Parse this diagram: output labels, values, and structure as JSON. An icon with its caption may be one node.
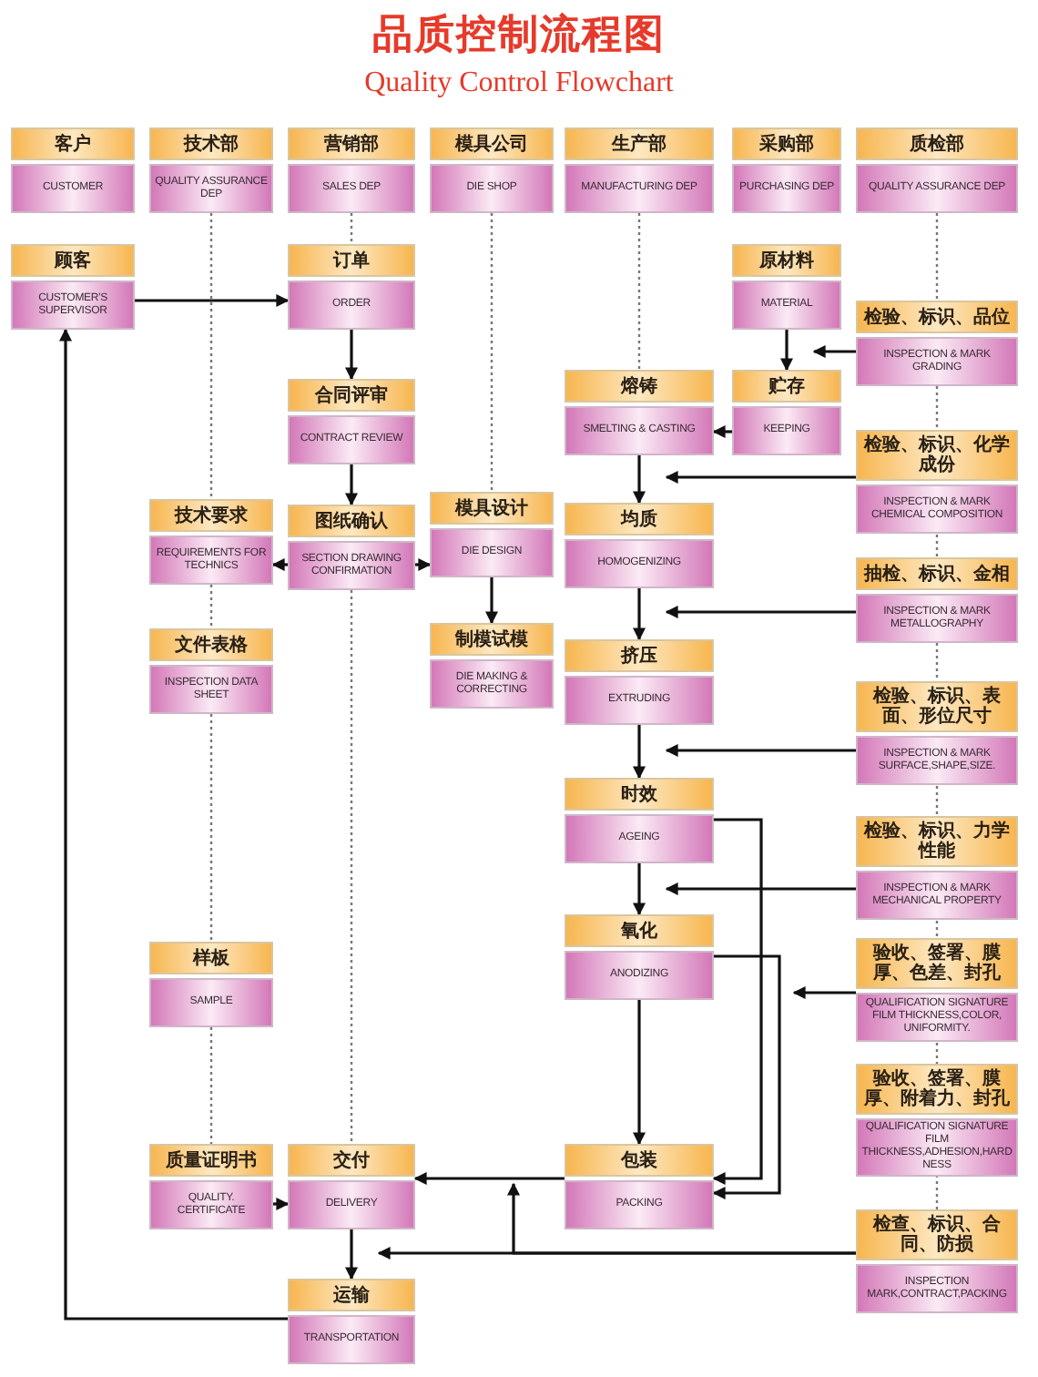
{
  "diagram": {
    "title": "品质控制流程图",
    "nodes": [
      {
        "text": [
          "客户",
          "CUSTOMER"
        ]
      },
      {
        "text": [
          "技术部",
          "QUALITY ASSURANCE DEP"
        ]
      },
      {
        "text": [
          "营销部",
          "SALES DEP"
        ]
      },
      {
        "text": [
          "模具公司",
          "DIE SHOP"
        ]
      },
      {
        "text": [
          "生产部",
          "MANUFACTURING DEP"
        ]
      },
      {
        "text": [
          "采购部",
          "PURCHASING DEP"
        ]
      },
      {
        "text": [
          "质检部",
          "QUALITY ASSURANCE DEP"
        ]
      },
      {
        "text": [
          "顾客",
          "CUSTOMER'S SUPERVISOR"
        ]
      },
      {
        "text": [
          "订单",
          "ORDER"
        ]
      },
      {
        "text": [
          "原材料",
          "MATERIAL"
        ]
      },
      {
        "text": [
          "检验、标识、品位",
          "INSPECTION & MARK GRADING"
        ]
      },
      {
        "text": [
          "熔铸",
          "SMELTING & CASTING"
        ]
      },
      {
        "text": [
          "贮存",
          "KEEPING"
        ]
      },
      {
        "text": [
          "合同评审",
          "CONTRACT REVIEW"
        ]
      },
      {
        "text": [
          "检验、标识、化学成份",
          "INSPECTION & MARK CHEMICAL COMPOSITION"
        ]
      },
      {
        "text": [
          "技术要求",
          "REQUIREMENTS FOR TECHNICS"
        ]
      },
      {
        "text": [
          "图纸确认",
          "SECTION DRAWING CONFIRMATION"
        ]
      },
      {
        "text": [
          "模具设计",
          "DIE DESIGN"
        ]
      },
      {
        "text": [
          "均质",
          "HOMOGENIZING"
        ]
      },
      {
        "text": [
          "抽检、标识、金相",
          "INSPECTION & MARK METALLOGRAPHY"
        ]
      },
      {
        "text": [
          "制模试模",
          "DIE MAKING & CORRECTING"
        ]
      },
      {
        "text": [
          "文件表格",
          "INSPECTION DATA SHEET"
        ]
      },
      {
        "text": [
          "挤压",
          "EXTRUDING"
        ]
      },
      {
        "text": [
          "检验、标识、表面、形位尺寸",
          "INSPECTION & MARK SURFACE,SHAPE,SIZE."
        ]
      },
      {
        "text": [
          "时效",
          "AGEING"
        ]
      },
      {
        "text": [
          "检验、标识、力学性能",
          "INSPECTION & MARK MECHANICAL PROPERTY"
        ]
      },
      {
        "text": [
          "氧化",
          "ANODIZING"
        ]
      },
      {
        "text": [
          "样板",
          "SAMPLE"
        ]
      },
      {
        "text": [
          "验收、签署、膜厚、色差、封孔",
          "QUALIFICATION SIGNATURE FILM THICKNESS,COLOR, UNIFORMITY."
        ]
      },
      {
        "text": [
          "验收、签署、膜厚、附着力、封孔",
          "QUALIFICATION SIGNATURE FILM THICKNESS,ADHESION,HARDNESS"
        ]
      },
      {
        "text": [
          "质量证明书",
          "QUALITY. CERTIFICATE"
        ]
      },
      {
        "text": [
          "交付",
          "DELIVERY"
        ]
      },
      {
        "text": [
          "包装",
          "PACKING"
        ]
      },
      {
        "text": [
          "检查、标识、合同、防损",
          "INSPECTION MARK,CONTRACT,PACKING"
        ]
      },
      {
        "text": [
          "运输",
          "TRANSPORTATION"
        ]
      }
    ],
    "edges": [
      {
        "from": 7,
        "to": 8,
        "arrow": "to"
      },
      {
        "from": 8,
        "to": 13,
        "arrow": "to"
      },
      {
        "from": 13,
        "to": 16,
        "arrow": "to"
      },
      {
        "from": 16,
        "to": 15,
        "arrow": "to"
      },
      {
        "from": 16,
        "to": 17,
        "arrow": "to"
      },
      {
        "from": 17,
        "to": 20,
        "arrow": "to"
      },
      {
        "from": 9,
        "to": 12,
        "arrow": "to"
      },
      {
        "from": 10,
        "to": 9,
        "arrow": "to"
      },
      {
        "from": 12,
        "to": 11,
        "arrow": "to"
      },
      {
        "from": 11,
        "to": 18,
        "arrow": "to"
      },
      {
        "from": 14,
        "to": 11,
        "arrow": "to"
      },
      {
        "from": 18,
        "to": 22,
        "arrow": "to"
      },
      {
        "from": 19,
        "to": 18,
        "arrow": "to"
      },
      {
        "from": 22,
        "to": 24,
        "arrow": "to"
      },
      {
        "from": 23,
        "to": 22,
        "arrow": "to"
      },
      {
        "from": 24,
        "to": 26,
        "arrow": "to"
      },
      {
        "from": 25,
        "to": 24,
        "arrow": "to"
      },
      {
        "from": 26,
        "to": 32,
        "arrow": "to"
      },
      {
        "from": 24,
        "to": 32,
        "arrow": "to"
      },
      {
        "from": 26,
        "to": 32,
        "arrow": "to"
      },
      {
        "from": 28,
        "to": null,
        "arrow": "to"
      },
      {
        "from": 32,
        "to": 31,
        "arrow": "to"
      },
      {
        "from": 33,
        "to": 31,
        "arrow": "to"
      },
      {
        "from": 33,
        "to": null,
        "arrow": "to"
      },
      {
        "from": 31,
        "to": 34,
        "arrow": "to"
      },
      {
        "from": 30,
        "to": 31,
        "arrow": "to"
      },
      {
        "from": 34,
        "to": 7,
        "arrow": "to"
      },
      {
        "from": 1,
        "to": 15,
        "arrow": "none",
        "style": "dashed",
        "color": "#777777"
      },
      {
        "from": 15,
        "to": 21,
        "arrow": "none",
        "style": "dashed",
        "color": "#777777"
      },
      {
        "from": 21,
        "to": 27,
        "arrow": "none",
        "style": "dashed",
        "color": "#777777"
      },
      {
        "from": 27,
        "to": 30,
        "arrow": "none",
        "style": "dashed",
        "color": "#777777"
      },
      {
        "from": 2,
        "to": 8,
        "arrow": "none",
        "style": "dashed",
        "color": "#777777"
      },
      {
        "from": 16,
        "to": 31,
        "arrow": "none",
        "style": "dashed",
        "color": "#777777"
      },
      {
        "from": 3,
        "to": 17,
        "arrow": "none",
        "style": "dashed",
        "color": "#777777"
      },
      {
        "from": 4,
        "to": 11,
        "arrow": "none",
        "style": "dashed",
        "color": "#777777"
      },
      {
        "from": 6,
        "to": 10,
        "arrow": "none",
        "style": "dashed",
        "color": "#777777"
      },
      {
        "from": 10,
        "to": 14,
        "arrow": "none",
        "style": "dashed",
        "color": "#777777"
      },
      {
        "from": 14,
        "to": 19,
        "arrow": "none",
        "style": "dashed",
        "color": "#777777"
      },
      {
        "from": 19,
        "to": 23,
        "arrow": "none",
        "style": "dashed",
        "color": "#777777"
      },
      {
        "from": 23,
        "to": 25,
        "arrow": "none",
        "style": "dashed",
        "color": "#777777"
      },
      {
        "from": 25,
        "to": 28,
        "arrow": "none",
        "style": "dashed",
        "color": "#777777"
      },
      {
        "from": 28,
        "to": 29,
        "arrow": "none",
        "style": "dashed",
        "color": "#777777"
      },
      {
        "from": 29,
        "to": 33,
        "arrow": "none",
        "style": "dashed",
        "color": "#777777"
      }
    ],
    "labels": [
      "Quality Control Flowchart"
    ]
  }
}
